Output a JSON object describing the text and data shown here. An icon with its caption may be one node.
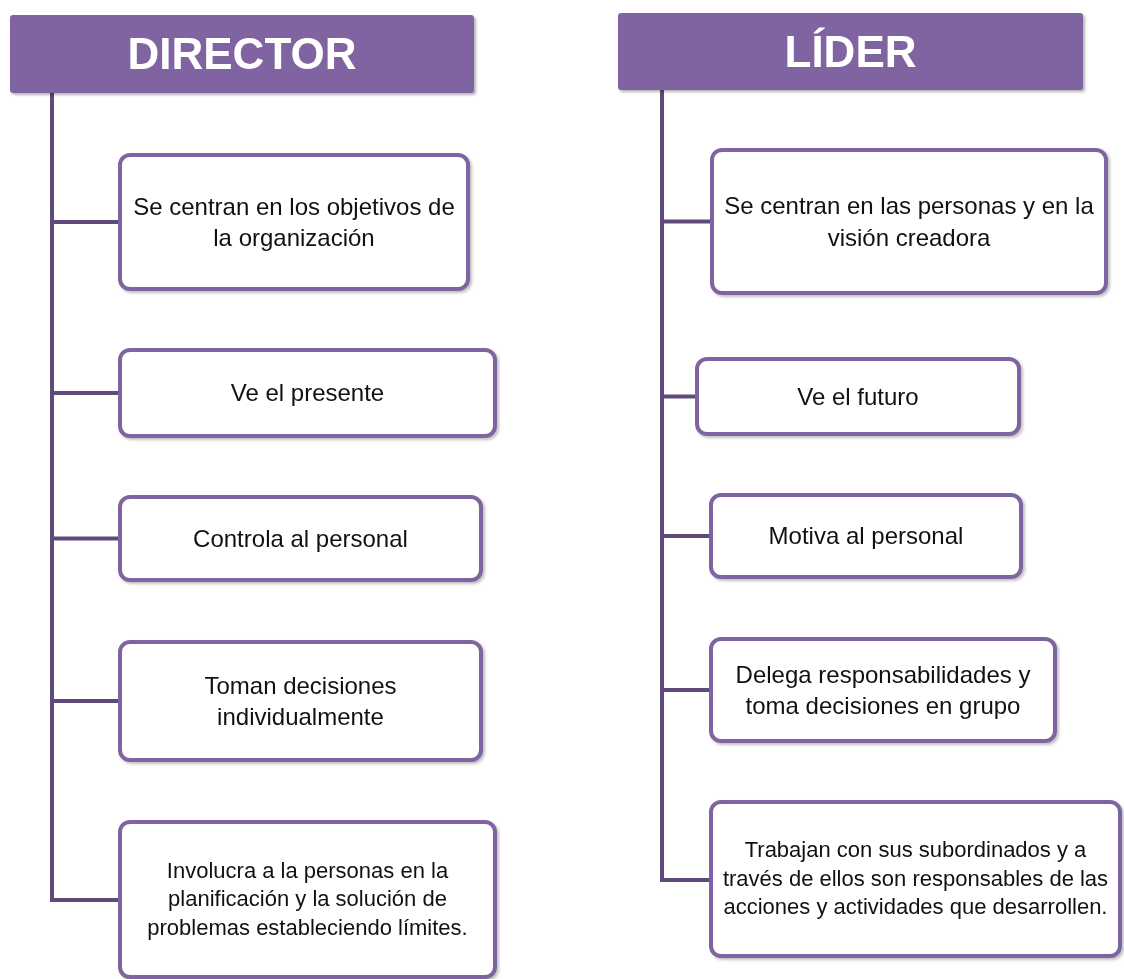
{
  "diagram": {
    "nodes": [
      {
        "text": [
          "DIRECTOR"
        ]
      },
      {
        "text": [
          "Se centran en los objetivos de la organización"
        ]
      },
      {
        "text": [
          "Ve el presente"
        ]
      },
      {
        "text": [
          "Controla al personal"
        ]
      },
      {
        "text": [
          "Toman decisiones individualmente"
        ]
      },
      {
        "text": [
          "Involucra a la personas en la planificación y la solución de problemas estableciendo límites."
        ]
      },
      {
        "text": [
          "LÍDER"
        ]
      },
      {
        "text": [
          "Se centran en las personas y en la visión creadora"
        ]
      },
      {
        "text": [
          "Ve el futuro"
        ]
      },
      {
        "text": [
          "Motiva al personal"
        ]
      },
      {
        "text": [
          "Delega responsabilidades y toma decisiones en grupo"
        ]
      },
      {
        "text": [
          "Trabajan con sus subordinados y a través de ellos son responsables de las acciones y actividades que desarrollen."
        ]
      }
    ],
    "edges": [
      {
        "from": 0,
        "to": 1,
        "arrow": "none"
      },
      {
        "from": 0,
        "to": 2,
        "arrow": "none"
      },
      {
        "from": 0,
        "to": 3,
        "arrow": "none"
      },
      {
        "from": 0,
        "to": 4,
        "arrow": "none"
      },
      {
        "from": 0,
        "to": 5,
        "arrow": "none"
      },
      {
        "from": 6,
        "to": 7,
        "arrow": "none"
      },
      {
        "from": 6,
        "to": 8,
        "arrow": "none"
      },
      {
        "from": 6,
        "to": 9,
        "arrow": "none"
      },
      {
        "from": 6,
        "to": 10,
        "arrow": "none"
      },
      {
        "from": 6,
        "to": 11,
        "arrow": "none"
      }
    ]
  }
}
